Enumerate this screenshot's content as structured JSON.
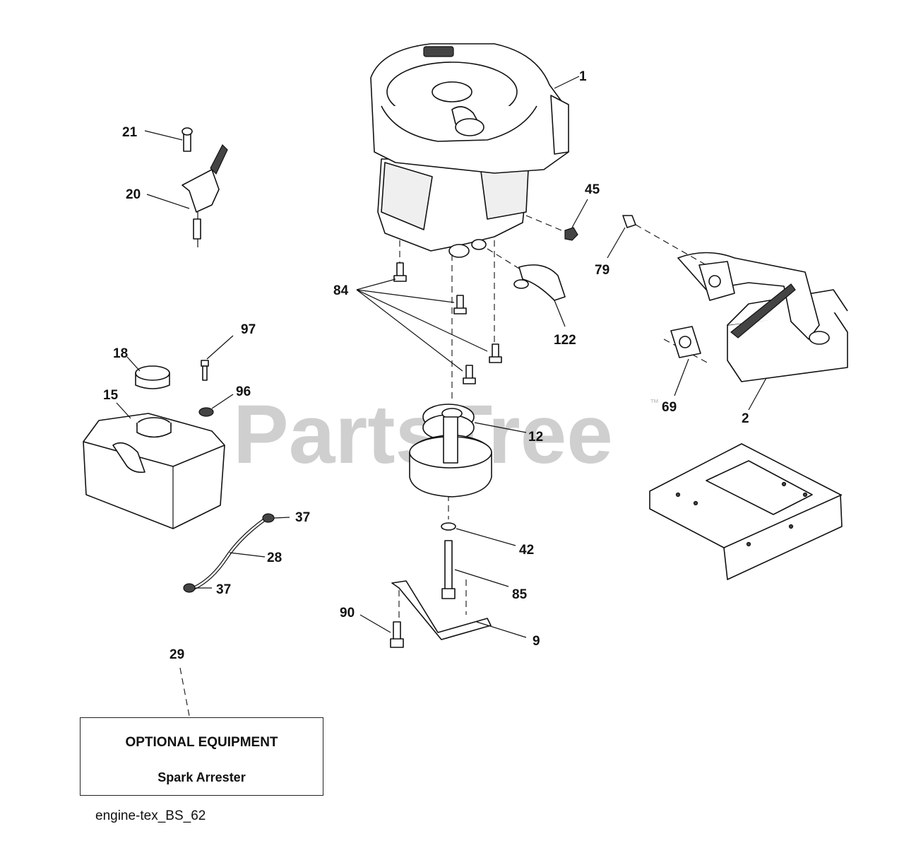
{
  "watermark": {
    "text": "PartsTree",
    "trademark": "™"
  },
  "callouts": {
    "c1": "1",
    "c2": "2",
    "c9": "9",
    "c12": "12",
    "c15": "15",
    "c18": "18",
    "c20": "20",
    "c21": "21",
    "c28": "28",
    "c29": "29",
    "c37a": "37",
    "c37b": "37",
    "c42": "42",
    "c45": "45",
    "c69": "69",
    "c79": "79",
    "c84": "84",
    "c85": "85",
    "c90": "90",
    "c96": "96",
    "c97": "97",
    "c122": "122"
  },
  "optional_equipment": {
    "title": "OPTIONAL EQUIPMENT",
    "item": "Spark Arrester"
  },
  "caption": "engine-tex_BS_62"
}
